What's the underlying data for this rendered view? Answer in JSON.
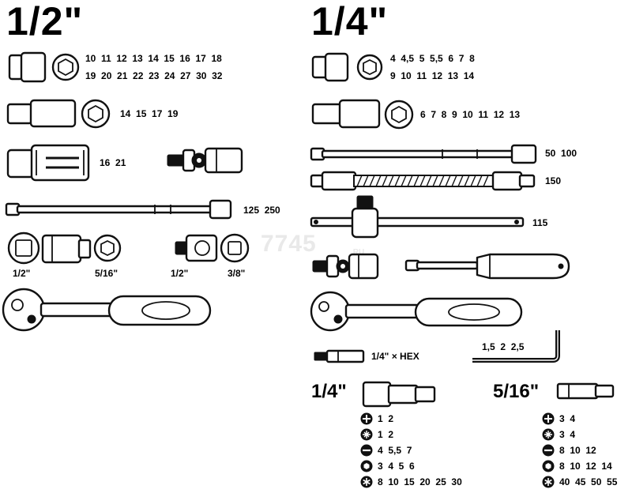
{
  "watermark": {
    "brand": "7745",
    "suffix": ".RU"
  },
  "left": {
    "title": "1/2\"",
    "short_sockets": {
      "row1": "10  11  12  13  14  15  16  17  18",
      "row2": "19  20  21  22  23  24  27  30  32"
    },
    "long_sockets": "14  15  17  19",
    "spark_plug_sockets": "16  21",
    "extensions": "125  250",
    "adapter_labels": [
      "1/2\"",
      "5/16\"",
      "1/2\"",
      "3/8\""
    ]
  },
  "right": {
    "title": "1/4\"",
    "short_sockets": {
      "row1": "4  4,5  5  5,5  6  7  8",
      "row2": "9  10  11  12  13  14"
    },
    "long_sockets": "6  7  8  9  10  11  12  13",
    "extensions": "50  100",
    "flex_extension": "150",
    "t_handle": "115",
    "bit_adapter": "1/4\" × HEX",
    "hex_keys": "1,5  2  2,5",
    "bits_1_4": {
      "title": "1/4\"",
      "rows": [
        {
          "icon": "phillips-icon",
          "sizes": "1  2"
        },
        {
          "icon": "pozidriv-icon",
          "sizes": "1  2"
        },
        {
          "icon": "slotted-icon",
          "sizes": "4  5,5  7"
        },
        {
          "icon": "hex-bit-icon",
          "sizes": "3  4  5  6"
        },
        {
          "icon": "torx-icon",
          "sizes": "8  10  15  20  25  30"
        }
      ]
    },
    "bits_5_16": {
      "title": "5/16\"",
      "rows": [
        {
          "icon": "phillips-icon",
          "sizes": "3  4"
        },
        {
          "icon": "pozidriv-icon",
          "sizes": "3  4"
        },
        {
          "icon": "slotted-icon",
          "sizes": "8  10  12"
        },
        {
          "icon": "hex-bit-icon",
          "sizes": "8  10  12  14"
        },
        {
          "icon": "torx-icon",
          "sizes": "40  45  50  55"
        }
      ]
    }
  }
}
